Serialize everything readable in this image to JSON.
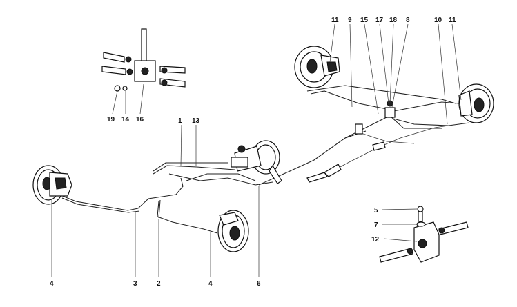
{
  "diagram": {
    "callouts": {
      "c1": "1",
      "c2": "2",
      "c3": "3",
      "c4a": "4",
      "c4b": "4",
      "c5": "5",
      "c6": "6",
      "c7": "7",
      "c8": "8",
      "c9": "9",
      "c10": "10",
      "c11a": "11",
      "c11b": "11",
      "c12": "12",
      "c13": "13",
      "c14": "14",
      "c15": "15",
      "c16": "16",
      "c17": "17",
      "c18": "18",
      "c19": "19"
    }
  }
}
